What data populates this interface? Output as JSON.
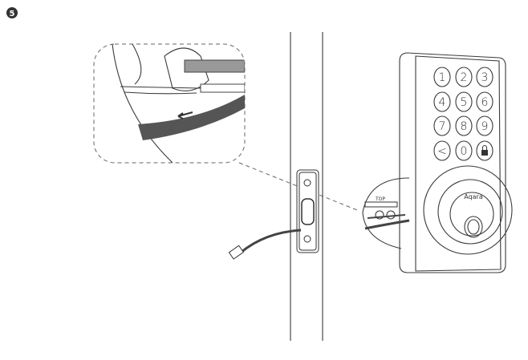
{
  "step": {
    "number": "5",
    "badge_color": "#333333"
  },
  "lock": {
    "brand": "Aqara",
    "keys": [
      "1",
      "2",
      "3",
      "4",
      "5",
      "6",
      "7",
      "8",
      "9",
      "<",
      "0",
      "lock"
    ],
    "key_icons": {
      "lock": "padlock-icon",
      "<": "back-arrow-icon"
    }
  },
  "detail": {
    "label": "TOP",
    "cable_color": "#555555",
    "connector_color": "#999999"
  }
}
